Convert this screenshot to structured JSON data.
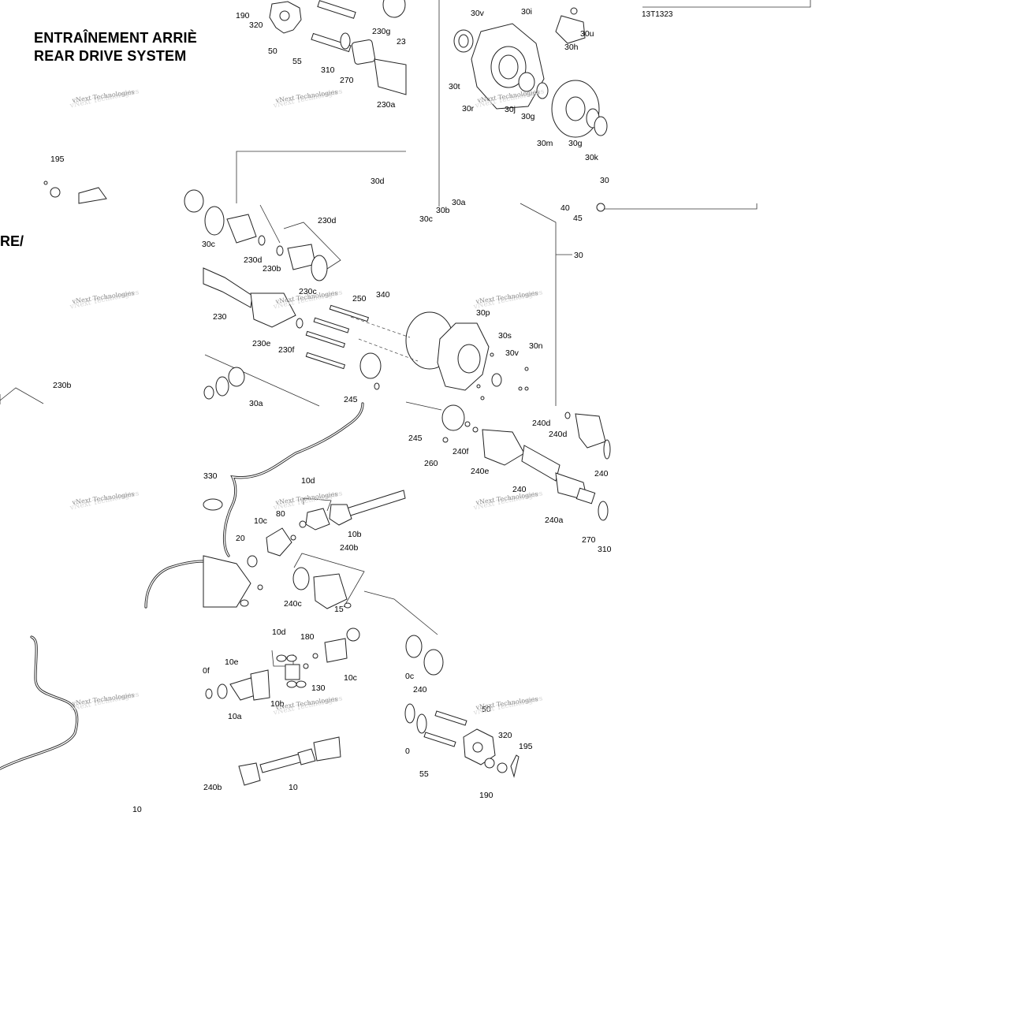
{
  "diagram": {
    "title_fr": "ENTRAÎNEMENT ARRIÈ",
    "title_en": "REAR DRIVE SYSTEM",
    "partial_title": "RE/",
    "reference_code": "13T1323",
    "watermark": "vNext Technologies",
    "callouts": [
      "190",
      "320",
      "50",
      "55",
      "310",
      "270",
      "230g",
      "23",
      "230a",
      "30v",
      "30i",
      "30u",
      "30h",
      "30t",
      "30r",
      "30j",
      "30g",
      "30m",
      "30g",
      "30k",
      "30",
      "195",
      "30d",
      "30c",
      "30b",
      "30a",
      "40",
      "45",
      "30",
      "30c",
      "230d",
      "230b",
      "230d",
      "230c",
      "230",
      "230e",
      "230f",
      "250",
      "340",
      "30p",
      "30s",
      "30v",
      "30n",
      "30a",
      "245",
      "240d",
      "240d",
      "230b",
      "245",
      "260",
      "240f",
      "240e",
      "240",
      "240a",
      "270",
      "310",
      "240",
      "330",
      "10d",
      "80",
      "10c",
      "10b",
      "20",
      "240b",
      "240c",
      "15",
      "10d",
      "180",
      "10e",
      "0f",
      "130",
      "10c",
      "10a",
      "10b",
      "240",
      "0c",
      "50",
      "320",
      "195",
      "55",
      "190",
      "240b",
      "10",
      "0",
      "10"
    ]
  }
}
